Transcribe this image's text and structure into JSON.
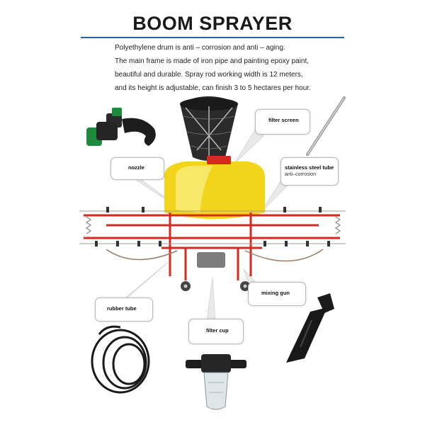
{
  "title": "BOOM SPRAYER",
  "intro": [
    "Polyethylene drum is anti – corrosion and anti – aging.",
    "The main frame is made of iron pipe and painting epoxy paint,",
    "beautiful and durable. Spray rod working width is 12 meters,",
    "and its height is adjustable, can finish 3 to 5 hectares per hour."
  ],
  "callouts": {
    "filter_screen": "filter screen",
    "nozzle": "nozzle",
    "steel_tube": "stainless steel tube",
    "steel_tube_sub": "anti–corrosion",
    "rubber_tube": "rubber tube",
    "mixing_gun": "mixing gun",
    "filter_cup": "filter cup"
  },
  "colors": {
    "title_rule": "#2d5fa8",
    "tank": "#f2d51a",
    "frame": "#d42a1f",
    "nozzle_green": "#1e8a3c",
    "callout_fill": "#e9e9e9"
  }
}
